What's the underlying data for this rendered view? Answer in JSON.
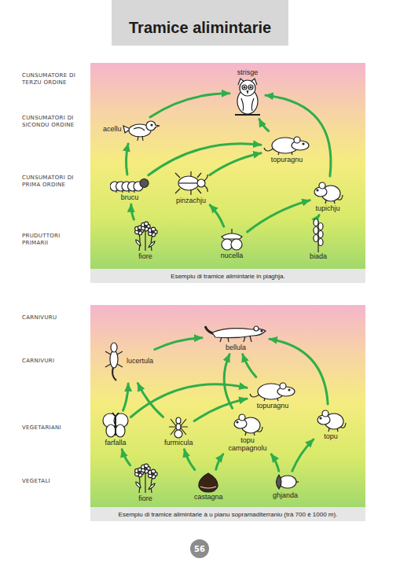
{
  "diagram": {
    "title": "Tramice alimintarie",
    "nodes": [
      {
        "text": [
          "Esempiu di tramice alimintarie in piaghja."
        ]
      },
      {
        "text": [
          "strisge"
        ],
        "in": 0
      },
      {
        "text": [
          "acellu"
        ],
        "in": 0
      },
      {
        "text": [
          "topuragnu"
        ],
        "in": 0
      },
      {
        "text": [
          "brucu"
        ],
        "in": 0
      },
      {
        "text": [
          "pinzachju"
        ],
        "in": 0
      },
      {
        "text": [
          "tupichju"
        ],
        "in": 0
      },
      {
        "text": [
          "fiore"
        ],
        "in": 0
      },
      {
        "text": [
          "nucella"
        ],
        "in": 0
      },
      {
        "text": [
          "biada"
        ],
        "in": 0
      },
      {
        "text": [
          "Esempiu di tramice alimintarie à u pianu sopramaditerraniu (trà 700 è 1000 m)."
        ]
      },
      {
        "text": [
          "bellula"
        ],
        "in": 10
      },
      {
        "text": [
          "lucertula"
        ],
        "in": 10
      },
      {
        "text": [
          "topuragnu"
        ],
        "in": 10
      },
      {
        "text": [
          "farfalla"
        ],
        "in": 10
      },
      {
        "text": [
          "furmicula"
        ],
        "in": 10
      },
      {
        "text": [
          "topu campagnolu"
        ],
        "in": 10
      },
      {
        "text": [
          "topu"
        ],
        "in": 10
      },
      {
        "text": [
          "fiore"
        ],
        "in": 10
      },
      {
        "text": [
          "castagna"
        ],
        "in": 10
      },
      {
        "text": [
          "ghjanda"
        ],
        "in": 10
      }
    ],
    "edges": [
      {
        "from": 7,
        "to": 4,
        "arrow": "to"
      },
      {
        "from": 4,
        "to": 2,
        "arrow": "to"
      },
      {
        "from": 4,
        "to": 3,
        "arrow": "to"
      },
      {
        "from": 5,
        "to": 3,
        "arrow": "to"
      },
      {
        "from": 8,
        "to": 5,
        "arrow": "to"
      },
      {
        "from": 8,
        "to": 6,
        "arrow": "to"
      },
      {
        "from": 9,
        "to": 6,
        "arrow": "to"
      },
      {
        "from": 2,
        "to": 1,
        "arrow": "to"
      },
      {
        "from": 3,
        "to": 1,
        "arrow": "to"
      },
      {
        "from": 6,
        "to": 1,
        "arrow": "to"
      },
      {
        "from": 18,
        "to": 14,
        "arrow": "to"
      },
      {
        "from": 19,
        "to": 15,
        "arrow": "to"
      },
      {
        "from": 19,
        "to": 16,
        "arrow": "to"
      },
      {
        "from": 20,
        "to": 17,
        "arrow": "to"
      },
      {
        "from": 14,
        "to": 12,
        "arrow": "to"
      },
      {
        "from": 15,
        "to": 12,
        "arrow": "to"
      },
      {
        "from": 14,
        "to": 13,
        "arrow": "to"
      },
      {
        "from": 15,
        "to": 13,
        "arrow": "to"
      },
      {
        "from": 12,
        "to": 11,
        "arrow": "to"
      },
      {
        "from": 13,
        "to": 11,
        "arrow": "to"
      },
      {
        "from": 17,
        "to": 11,
        "arrow": "to"
      },
      {
        "from": 20,
        "to": 16,
        "arrow": "to"
      },
      {
        "from": 16,
        "to": 11,
        "arrow": "to"
      }
    ],
    "labels": [
      "CUNSUMATORE DI TERZU ORDINE",
      "CUNSUMATORI DI SICONDU ORDINE",
      "CUNSUMATORI DI PRIMA ORDINE",
      "PRUDUTTORI PRIMARII",
      "CARNIVURU",
      "CARNIVURI",
      "VEGETARIANI",
      "VEGETALI",
      "56"
    ]
  }
}
